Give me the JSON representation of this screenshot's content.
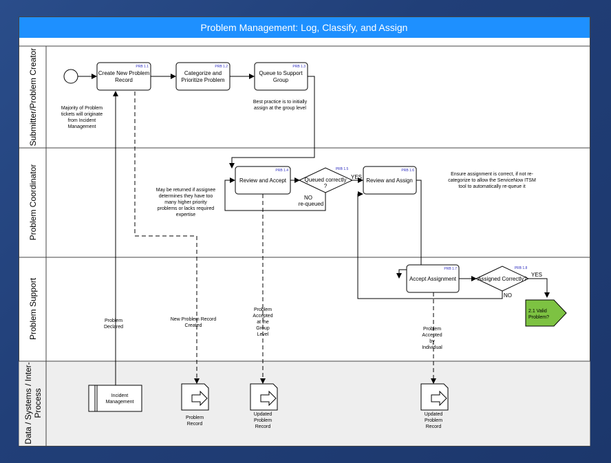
{
  "title": "Problem Management: Log, Classify, and Assign",
  "colors": {
    "title_bar": "#1e90ff",
    "decision_fill": "#ffffff",
    "offpage_fill": "#7dc242",
    "data_lane_bg": "#eeeeee",
    "background": "#2a4d8a"
  },
  "lanes": [
    {
      "label": "Submitter/Problem Creator"
    },
    {
      "label": "Problem Coordinator"
    },
    {
      "label": "Problem Support"
    },
    {
      "label": "Data / Systems / Inter-Process",
      "label_lines": [
        "Data / Systems / Inter-",
        "Process"
      ]
    }
  ],
  "steps": {
    "prb11": {
      "id": "PRB 1.1",
      "lines": [
        "Create New Problem",
        "Record"
      ]
    },
    "prb12": {
      "id": "PRB 1.2",
      "lines": [
        "Categorize and",
        "Prioritize Problem"
      ]
    },
    "prb13": {
      "id": "PRB 1.3",
      "lines": [
        "Queue to Support",
        "Group"
      ]
    },
    "prb14": {
      "id": "PRB 1.4",
      "lines": [
        "Review and Accept"
      ]
    },
    "prb15": {
      "id": "PRB 1.5",
      "lines": [
        "Queued correctly",
        "?"
      ]
    },
    "prb16": {
      "id": "PRB 1.6",
      "lines": [
        "Review and Assign"
      ]
    },
    "prb17": {
      "id": "PRB 1.7",
      "lines": [
        "Accept Assignment"
      ]
    },
    "prb18": {
      "id": "PRB 1.8",
      "lines": [
        "Assigned Correctly?"
      ]
    }
  },
  "offpage": {
    "lines": [
      "2.1 Valid",
      "Problem?"
    ]
  },
  "labels": {
    "yes1": "YES",
    "no1": [
      "NO",
      "re-queued"
    ],
    "yes2": "YES",
    "no2": "NO"
  },
  "notes": {
    "majority": [
      "Majority of Problem",
      "tickets will originate",
      "from Incident",
      "Management"
    ],
    "best_practice": [
      "Best practice is to initially",
      "assign at the group level"
    ],
    "returned": [
      "May be returned if assignee",
      "determines they have too",
      "many higher priority",
      "problems or lacks required",
      "expertise"
    ],
    "ensure": [
      "Ensure assignment is correct, if not re-",
      "categorize to allow the ServiceNow ITSM",
      "tool to automatically re-queue it"
    ],
    "declared": [
      "Problem",
      "Declared"
    ],
    "created": [
      "New Problem Record",
      "Created"
    ],
    "accepted_group": [
      "Problem",
      "Accepted",
      "at the",
      "Group",
      "Level"
    ],
    "accepted_individual": [
      "Problem",
      "Accepted",
      "by",
      "Individual"
    ]
  },
  "data_items": {
    "incident": [
      "Incident",
      "Management"
    ],
    "doc1": [
      "Problem",
      "Record"
    ],
    "doc2": [
      "Updated",
      "Problem",
      "Record"
    ],
    "doc3": [
      "Updated",
      "Problem",
      "Record"
    ]
  }
}
